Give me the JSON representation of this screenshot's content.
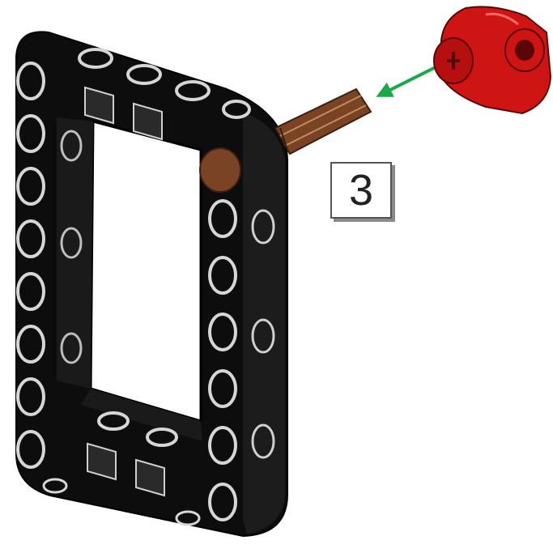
{
  "instruction": {
    "quantity": "3"
  },
  "parts": {
    "frame": {
      "name": "frame-5x7",
      "color": "#111111",
      "hole_rim": "#d9d9d9"
    },
    "axle": {
      "name": "axle-brown",
      "color": "#7a4424"
    },
    "connector": {
      "name": "cross-axle-connector",
      "color": "#cf1414"
    },
    "arrow": {
      "name": "assembly-arrow",
      "color": "#1aa84a"
    }
  }
}
